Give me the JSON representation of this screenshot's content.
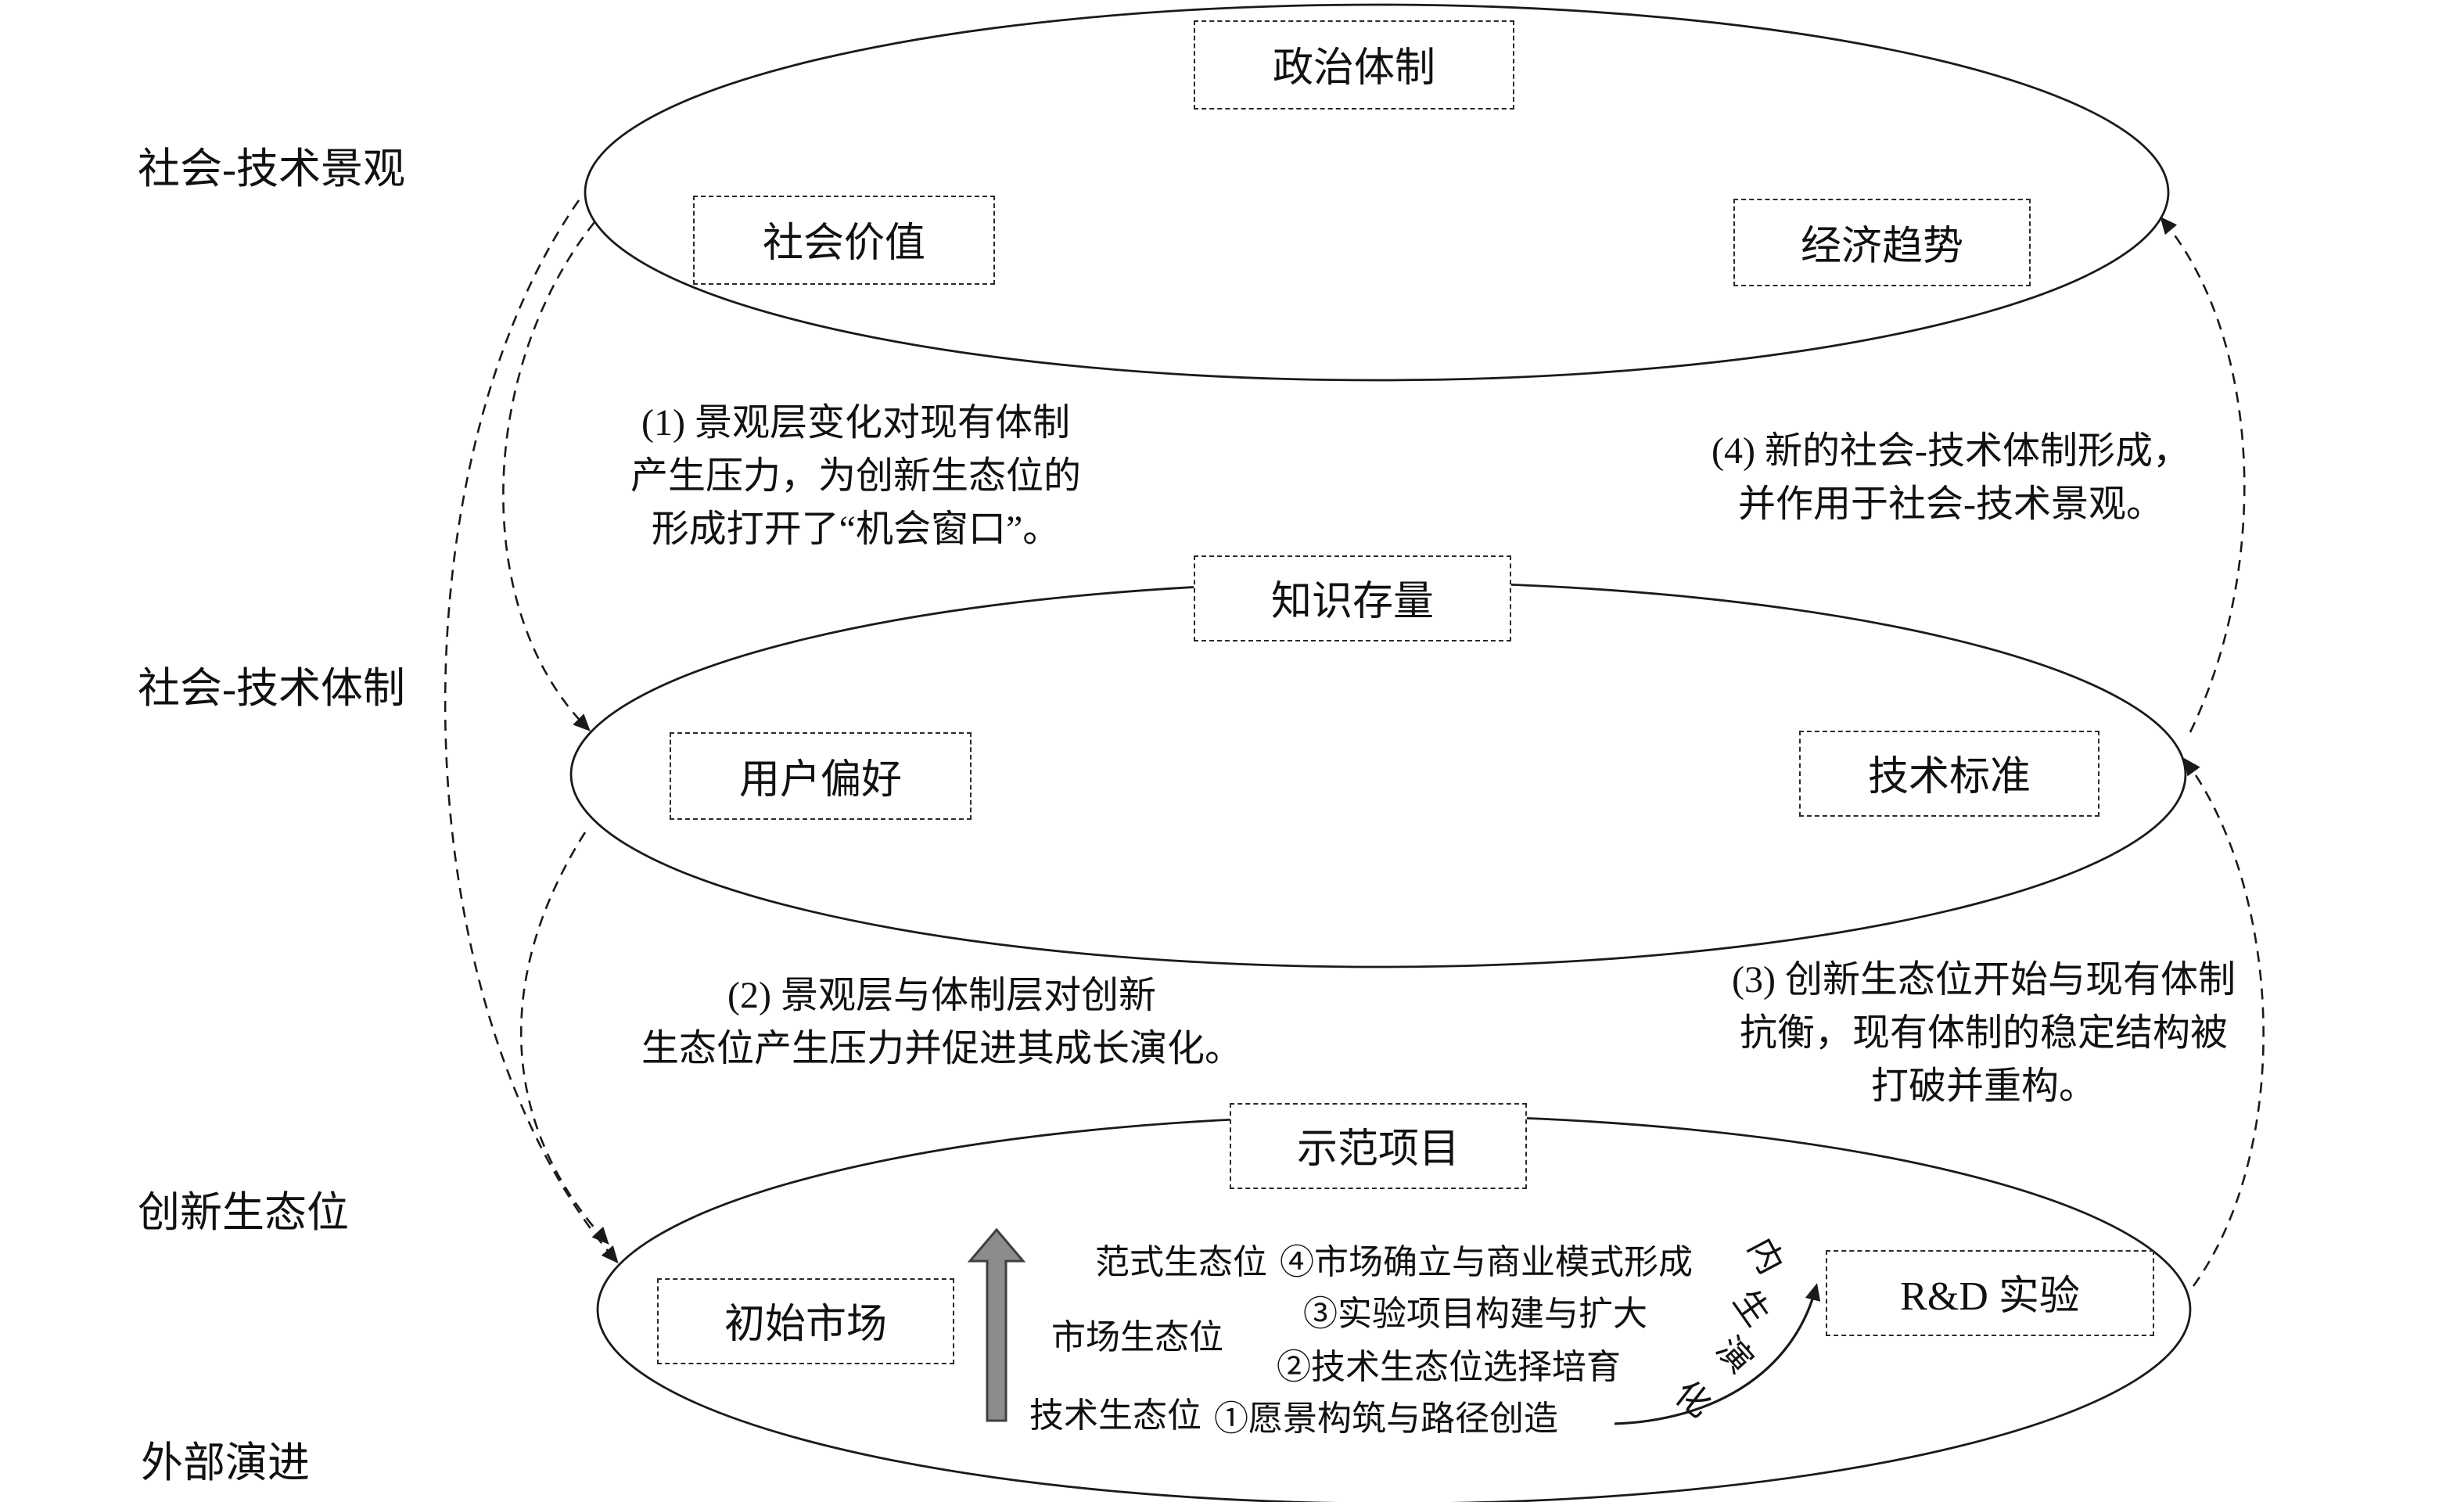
{
  "levels": [
    {
      "label": "社会-技术景观",
      "boxes": [
        {
          "label": "政治体制"
        },
        {
          "label": "社会价值"
        },
        {
          "label": "经济趋势"
        }
      ]
    },
    {
      "label": "社会-技术体制",
      "boxes": [
        {
          "label": "知识存量"
        },
        {
          "label": "用户偏好"
        },
        {
          "label": "技术标准"
        }
      ]
    },
    {
      "label": "创新生态位",
      "boxes": [
        {
          "label": "示范项目"
        },
        {
          "label": "初始市场"
        },
        {
          "label": "R&D 实验"
        }
      ]
    }
  ],
  "external_label": "外部演进",
  "annotations": {
    "a1": [
      "(1) 景观层变化对现有体制",
      "产生压力，为创新生态位的",
      "形成打开了“机会窗口”。"
    ],
    "a2": [
      "(2) 景观层与体制层对创新",
      "生态位产生压力并促进其成长演化。"
    ],
    "a3": [
      "(3) 创新生态位开始与现有体制",
      "抗衡，现有体制的稳定结构被",
      "打破并重构。"
    ],
    "a4": [
      "(4) 新的社会-技术体制形成，",
      "并作用于社会-技术景观。"
    ]
  },
  "niche_process": {
    "stage_paradigm": "范式生态位",
    "stage_market": "市场生态位",
    "stage_technology": "技术生态位",
    "step4": "④市场确立与商业模式形成",
    "step3": "③实验项目构建与扩大",
    "step2": "②技术生态位选择培育",
    "step1": "①愿景构筑与路径创造",
    "endogenous": {
      "c1": "内",
      "c2": "生",
      "c3": "演",
      "c4": "化"
    }
  },
  "colors": {
    "line": "#1a1a1a",
    "growth_arrow": "#8c8c8c"
  }
}
